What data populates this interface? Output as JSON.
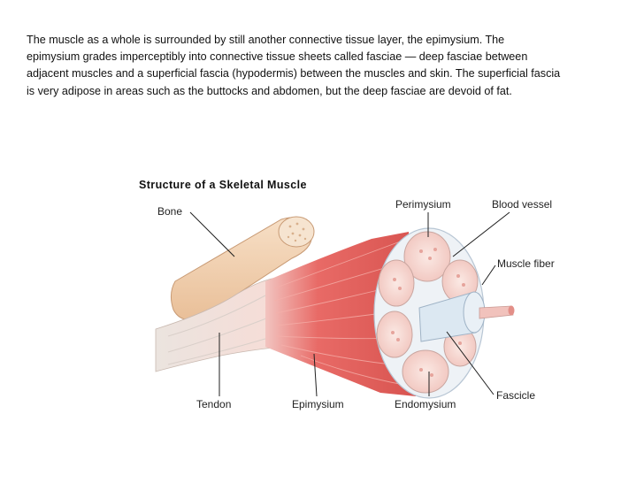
{
  "caption": {
    "lines": [
      "The muscle as a whole is surrounded by still another connective tissue layer, the epimysium. The",
      "epimysium grades imperceptibly into connective tissue sheets called fasciae — deep fasciae between",
      "adjacent muscles and a superficial fascia (hypodermis) between the muscles and skin. The superficial fascia",
      "is very adipose in areas such as the buttocks and abdomen, but the deep fasciae are devoid of fat."
    ]
  },
  "figure": {
    "title": "Structure of a Skeletal Muscle",
    "labels": {
      "bone": "Bone",
      "perimysium": "Perimysium",
      "blood_vessel": "Blood vessel",
      "muscle_fiber": "Muscle fiber",
      "fascicle": "Fascicle",
      "tendon": "Tendon",
      "epimysium": "Epimysium",
      "endomysium": "Endomysium"
    }
  },
  "colors": {
    "muscle": "#e86a66",
    "muscle_dark": "#c94a48",
    "bone": "#f3d2b0",
    "tendon": "#f2e6de",
    "fascicle": "#f6d6d0",
    "sheath": "#dfe9f3"
  }
}
